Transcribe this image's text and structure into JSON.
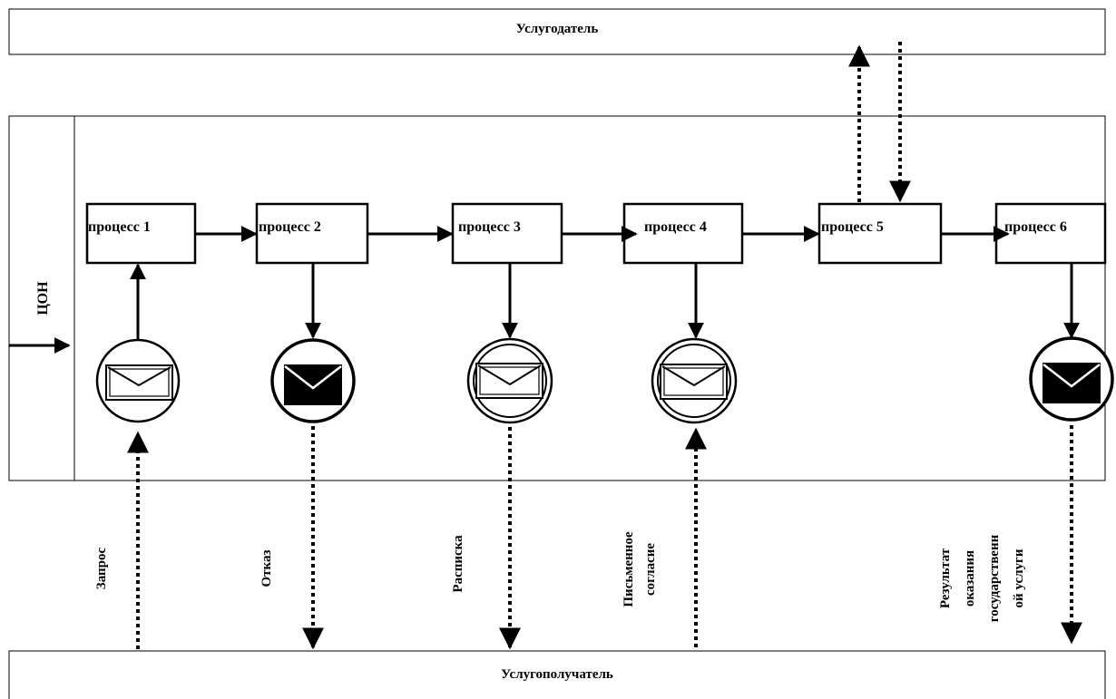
{
  "lanes": {
    "provider": "Услугодатель",
    "center": "ЦОН",
    "recipient": "Услугополучатель"
  },
  "processes": [
    {
      "label": "процесс 1"
    },
    {
      "label": "процесс 2"
    },
    {
      "label": "процесс 3"
    },
    {
      "label": "процесс 4"
    },
    {
      "label": "процесс 5"
    },
    {
      "label": "процесс 6"
    }
  ],
  "messages": [
    {
      "kind": "incoming-envelope",
      "icon": "envelope-outline-icon",
      "label": [
        "Запрос"
      ]
    },
    {
      "kind": "outgoing-envelope",
      "icon": "envelope-filled-icon",
      "label": [
        "Отказ"
      ]
    },
    {
      "kind": "intermediate-envelope",
      "icon": "envelope-outline-double-ring-icon",
      "label": [
        "Расписка"
      ]
    },
    {
      "kind": "intermediate-envelope",
      "icon": "envelope-outline-double-ring-icon",
      "label": [
        "Письменное",
        "согласие"
      ]
    },
    {
      "kind": "outgoing-envelope",
      "icon": "envelope-filled-icon",
      "label": [
        "Результат",
        "оказания",
        "государственн",
        "ой услуги"
      ]
    }
  ],
  "colors": {
    "line": "#000000",
    "background": "#ffffff"
  }
}
